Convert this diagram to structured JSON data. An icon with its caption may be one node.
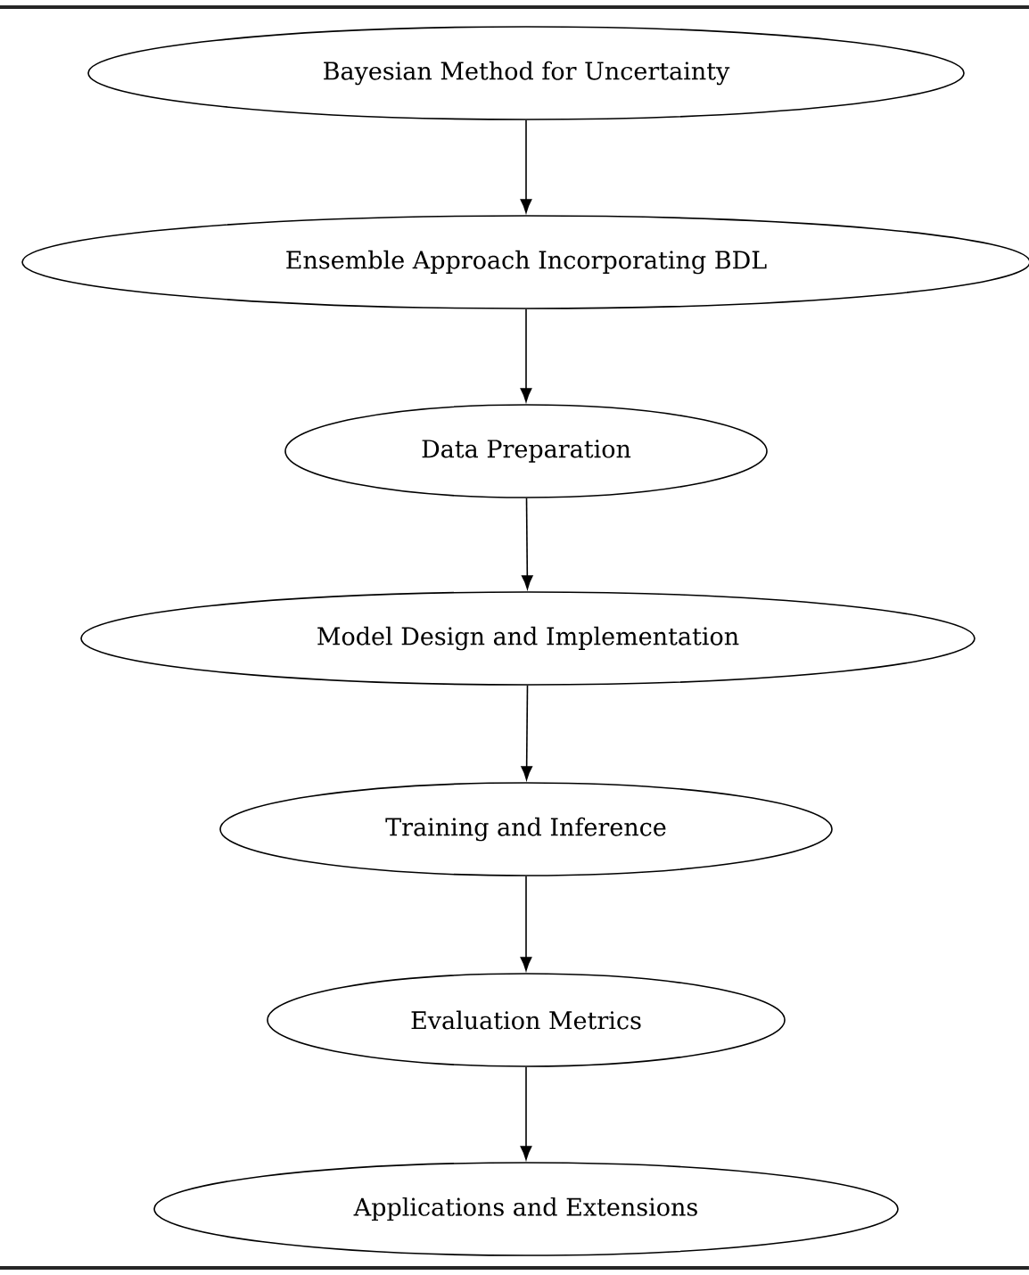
{
  "diagram": {
    "nodes": [
      {
        "text": [
          "Bayesian Method for Uncertainty"
        ]
      },
      {
        "text": [
          "Ensemble Approach Incorporating BDL"
        ]
      },
      {
        "text": [
          "Data Preparation"
        ]
      },
      {
        "text": [
          "Model Design and Implementation"
        ]
      },
      {
        "text": [
          "Training and Inference"
        ]
      },
      {
        "text": [
          "Evaluation Metrics"
        ]
      },
      {
        "text": [
          "Applications and Extensions"
        ]
      }
    ],
    "edges": [
      {
        "from": 0,
        "to": 1,
        "arrow": "to"
      },
      {
        "from": 1,
        "to": 2,
        "arrow": "to"
      },
      {
        "from": 2,
        "to": 3,
        "arrow": "to"
      },
      {
        "from": 3,
        "to": 4,
        "arrow": "to"
      },
      {
        "from": 4,
        "to": 5,
        "arrow": "to"
      },
      {
        "from": 5,
        "to": 6,
        "arrow": "to"
      }
    ]
  }
}
